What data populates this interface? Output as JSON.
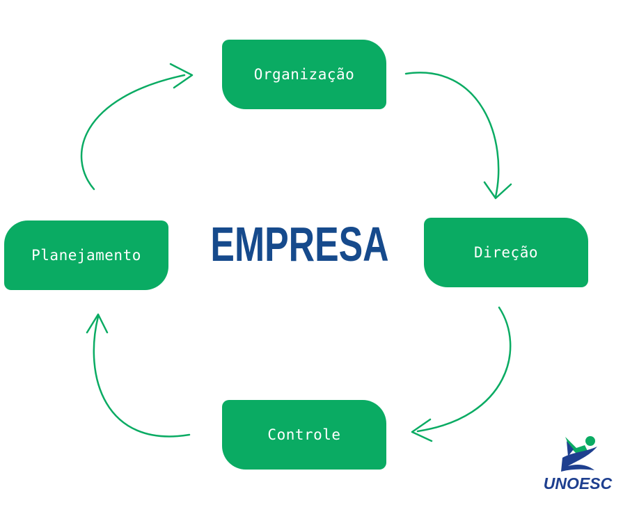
{
  "diagram": {
    "center_title": "EMPRESA",
    "nodes": [
      {
        "id": "organizacao",
        "label": "Organização"
      },
      {
        "id": "direcao",
        "label": "Direção"
      },
      {
        "id": "controle",
        "label": "Controle"
      },
      {
        "id": "planejamento",
        "label": "Planejamento"
      }
    ],
    "cycle_order": [
      "Planejamento",
      "Organização",
      "Direção",
      "Controle"
    ]
  },
  "logo": {
    "text": "UNOESC"
  },
  "colors": {
    "node_fill": "#0aab63",
    "node_text": "#ffffff",
    "arrow": "#0aab63",
    "center_title": "#164a8c",
    "logo_blue": "#1e3f8f",
    "logo_green": "#0aab63",
    "background": "#ffffff"
  }
}
